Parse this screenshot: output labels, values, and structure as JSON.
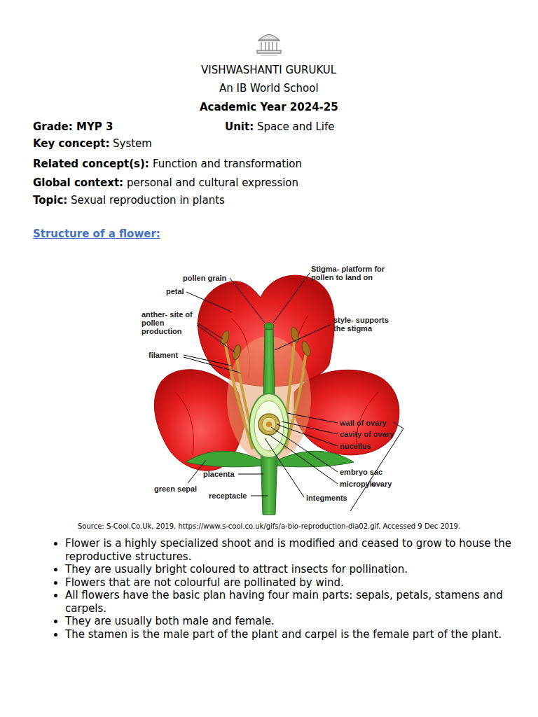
{
  "diagram": {
    "title": "Structure of a flower:",
    "labels": [
      "VISHWASHANTI GURUKUL",
      "An IB World School",
      "Academic Year 2024-25",
      "Grade: MYP 3",
      "Unit:",
      "Space and Life",
      "Key concept:",
      "System",
      "Related concept(s):",
      "Function and transformation",
      "Global context:",
      "personal and cultural expression",
      "Topic:",
      "Sexual reproduction in plants",
      "pollen grain",
      "Stigma- platform for pollen to land on",
      "petal",
      "anther- site of pollen production",
      "style- supports the stigma",
      "filament",
      "wall of ovary",
      "cavity of ovary",
      "nucellus",
      "embryo sac",
      "placenta",
      "micropyle",
      "green sepal",
      "ovary",
      "receptacle",
      "integments",
      "Source: S-Cool.Co.Uk, 2019, https://www.s-cool.co.uk/gifs/a-bio-reproduction-dia02.gif. Accessed 9 Dec 2019.",
      "Flower is a highly specialized shoot and is modified and ceased to grow to house the reproductive structures.",
      "They are usually bright coloured to attract insects for pollination.",
      "Flowers that are not colourful are pollinated by wind.",
      "All flowers have the basic plan having four main parts: sepals, petals, stamens and carpels.",
      "They are usually both male and female.",
      "The stamen is the male part of the plant and carpel is the female part of the plant."
    ]
  }
}
